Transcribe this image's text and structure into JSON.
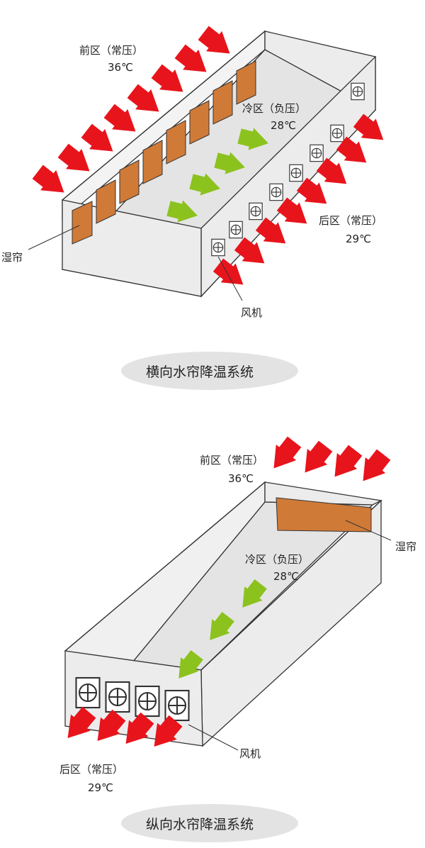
{
  "colors": {
    "arrow_hot": "#e8141c",
    "arrow_cool": "#8cc21e",
    "pad": "#d07a38",
    "box_fill": "#ececec",
    "caption_bg": "#e3e3e3"
  },
  "icons": {
    "arrow_hot": "red-arrow-icon",
    "arrow_cool": "green-arrow-icon",
    "fan": "fan-icon"
  },
  "transverse": {
    "front_zone": "前区（常压）",
    "front_temp": "36℃",
    "cold_zone": "冷区（负压）",
    "cold_temp": "28℃",
    "rear_zone": "后区（常压）",
    "rear_temp": "29℃",
    "pad_label": "湿帘",
    "fan_label": "风机",
    "caption": "横向水帘降温系统"
  },
  "longitudinal": {
    "front_zone": "前区（常压）",
    "front_temp": "36℃",
    "cold_zone": "冷区（负压）",
    "cold_temp": "28℃",
    "rear_zone": "后区（常压）",
    "rear_temp": "29℃",
    "pad_label": "湿帘",
    "fan_label": "风机",
    "caption": "纵向水帘降温系统"
  }
}
